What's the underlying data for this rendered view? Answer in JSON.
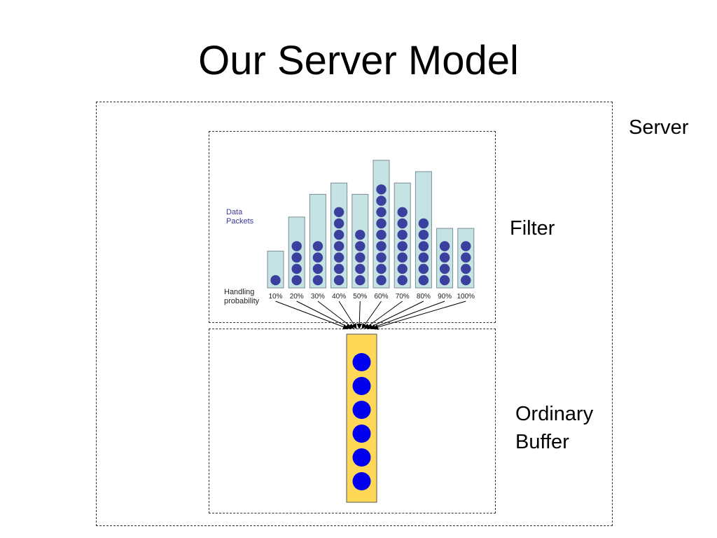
{
  "title": "Our Server Model",
  "labels": {
    "server": "Server",
    "filter": "Filter",
    "ordinary": "Ordinary",
    "buffer": "Buffer",
    "data_packets_line1": "Data",
    "data_packets_line2": "Packets",
    "handling_line1": "Handling",
    "handling_line2": "probability"
  },
  "chart_data": {
    "type": "bar",
    "categories": [
      "10%",
      "20%",
      "30%",
      "40%",
      "50%",
      "60%",
      "70%",
      "80%",
      "90%",
      "100%"
    ],
    "values": [
      1,
      4,
      4,
      7,
      5,
      9,
      7,
      6,
      4,
      4
    ],
    "bar_capacity": [
      3,
      6,
      8,
      9,
      8,
      11,
      9,
      10,
      5,
      5
    ]
  },
  "buffer": {
    "packet_count": 6
  },
  "colors": {
    "bar_fill": "#c5e3e3",
    "bar_stroke": "#7a8a99",
    "filter_packet": "#3b3f9e",
    "buffer_fill": "#ffd857",
    "buffer_stroke": "#555555",
    "buffer_packet": "#0000ee",
    "arrow": "#000000"
  }
}
